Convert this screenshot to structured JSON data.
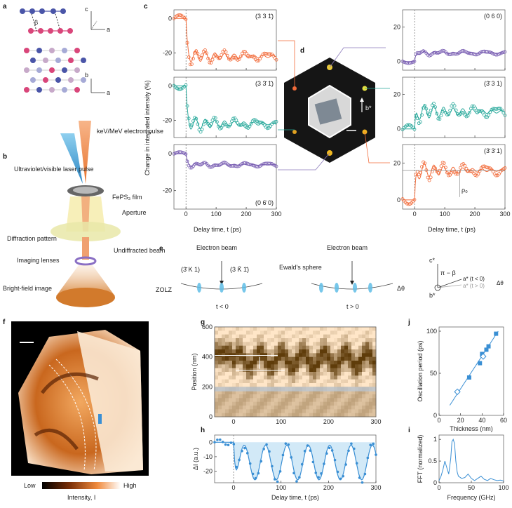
{
  "panel_labels": {
    "a": "a",
    "b": "b",
    "c": "c",
    "d": "d",
    "e": "e",
    "f": "f",
    "g": "g",
    "h": "h",
    "i": "i",
    "j": "j"
  },
  "colors": {
    "orange": "#f26b3a",
    "teal": "#26a89a",
    "purple": "#7a5fb3",
    "blue": "#3a8fd4",
    "pink": "#d9467a",
    "navy": "#4a55a8"
  },
  "panel_a": {
    "axis_c": "c",
    "axis_a": "a",
    "axis_b": "b",
    "angle": "β"
  },
  "panel_b": {
    "electron_pulse": "keV/MeV electron pulse",
    "laser_pulse": "Ultraviolet/visible laser pulse",
    "film": "FePS₃ film",
    "aperture": "Aperture",
    "diffraction": "Diffraction pattern",
    "undiffracted": "Undiffracted beam",
    "lenses": "Imaging lenses",
    "bright_field": "Bright-field image"
  },
  "panel_c": {
    "ylabel": "Change in integrated intensity (%)",
    "xlabel": "Delay time, t (ps)",
    "left_peaks": [
      "(3 3 1̄)",
      "(3 3̄ 1̄)",
      "(0 6̄ 0)"
    ],
    "right_peaks": [
      "(0 6 0)",
      "(3̄ 3 1)",
      "(3̄ 3̄ 1)"
    ],
    "rho_label": "ρ₀"
  },
  "panel_d": {
    "bstar": "b*"
  },
  "panel_e": {
    "electron_beam": "Electron beam",
    "ewald": "Ewald's sphere",
    "zolz": "ZOLZ",
    "t_neg": "t < 0",
    "t_pos": "t > 0",
    "k1": "(3̄ K 1)",
    "k2": "(3 K̄ 1̄)",
    "dtheta": "Δθ",
    "cstar": "c*",
    "bstar": "b*",
    "astar_neg": "a* (t < 0)",
    "astar_pos": "a* (t > 0)",
    "pi_beta": "π − β"
  },
  "panel_f": {
    "low": "Low",
    "high": "High",
    "intensity": "Intensity, I"
  },
  "chart_data": [
    {
      "panel": "c",
      "type": "scatter",
      "xlabel": "Delay time, t (ps)",
      "ylabel": "Change in integrated intensity (%)",
      "xlim": [
        -40,
        300
      ],
      "xticks": [
        0,
        100,
        200,
        300
      ],
      "series": [
        {
          "name": "(3 3 1̄)",
          "yticks": [
            0,
            -20
          ],
          "ylim": [
            -30,
            5
          ],
          "pre": 0,
          "drop": -22,
          "amp": 4,
          "period": 32,
          "decay": 150
        },
        {
          "name": "(3 3̄ 1̄)",
          "yticks": [
            0,
            -20
          ],
          "ylim": [
            -30,
            5
          ],
          "pre": 0,
          "drop": -22,
          "amp": 4,
          "period": 32,
          "decay": 150
        },
        {
          "name": "(0 6̄ 0)",
          "yticks": [
            0,
            -20
          ],
          "ylim": [
            -30,
            5
          ],
          "pre": 0,
          "drop": -6,
          "amp": 1,
          "period": 32,
          "decay": 150
        },
        {
          "name": "(0 6 0)",
          "yticks": [
            0,
            20
          ],
          "ylim": [
            -5,
            30
          ],
          "pre": 0,
          "drop": 5,
          "amp": 1,
          "period": 32,
          "decay": 150
        },
        {
          "name": "(3̄ 3 1)",
          "yticks": [
            0,
            20
          ],
          "ylim": [
            -5,
            30
          ],
          "pre": 0,
          "drop": 10,
          "amp": 5,
          "period": 32,
          "decay": 150
        },
        {
          "name": "(3̄ 3̄ 1)",
          "yticks": [
            0,
            20
          ],
          "ylim": [
            -5,
            30
          ],
          "pre": 0,
          "drop": 16,
          "amp": 5,
          "period": 32,
          "decay": 120
        }
      ]
    },
    {
      "panel": "g",
      "type": "heatmap",
      "xlabel": "Delay time, t (ps)",
      "ylabel": "Position (nm)",
      "xlim": [
        -40,
        300
      ],
      "ylim": [
        0,
        600
      ],
      "xticks": [
        0,
        100,
        200,
        300
      ],
      "yticks": [
        0,
        200,
        400,
        600
      ]
    },
    {
      "panel": "h",
      "type": "line",
      "xlabel": "Delay time, t (ps)",
      "ylabel": "ΔI (a.u.)",
      "xlim": [
        -40,
        300
      ],
      "ylim": [
        -28,
        5
      ],
      "xticks": [
        0,
        100,
        200,
        300
      ],
      "yticks": [
        0,
        -10,
        -20
      ],
      "pre": 0,
      "mean": -14,
      "amp": 12,
      "period": 45
    },
    {
      "panel": "i",
      "type": "line",
      "xlabel": "Frequency (GHz)",
      "ylabel": "FFT (normalized)",
      "xlim": [
        0,
        100
      ],
      "ylim": [
        0,
        1.1
      ],
      "xticks": [
        0,
        50,
        100
      ],
      "yticks": [
        0,
        0.5,
        1.0
      ],
      "x": [
        0,
        3,
        6,
        9,
        12,
        15,
        18,
        20,
        22,
        24,
        26,
        28,
        30,
        35,
        40,
        45,
        50,
        55,
        60,
        65,
        70,
        75,
        80,
        85,
        90,
        95,
        100
      ],
      "y": [
        0.05,
        0.15,
        0.3,
        0.5,
        0.35,
        0.2,
        0.55,
        0.95,
        1.0,
        0.9,
        0.5,
        0.25,
        0.15,
        0.1,
        0.12,
        0.2,
        0.1,
        0.05,
        0.1,
        0.15,
        0.08,
        0.05,
        0.1,
        0.07,
        0.05,
        0.06,
        0.04
      ]
    },
    {
      "panel": "j",
      "type": "scatter",
      "xlabel": "Thickness (nm)",
      "ylabel": "Oscillation period (ps)",
      "xlim": [
        0,
        60
      ],
      "ylim": [
        0,
        105
      ],
      "xticks": [
        0,
        20,
        40,
        60
      ],
      "yticks": [
        0,
        50,
        100
      ],
      "squares": {
        "x": [
          28,
          38,
          40,
          44,
          46,
          53
        ],
        "y": [
          45,
          62,
          73,
          78,
          82,
          97
        ]
      },
      "diamonds": {
        "x": [
          17,
          41
        ],
        "y": [
          28,
          70
        ]
      },
      "fit": {
        "x": [
          10,
          55
        ],
        "y": [
          12,
          100
        ]
      }
    }
  ]
}
